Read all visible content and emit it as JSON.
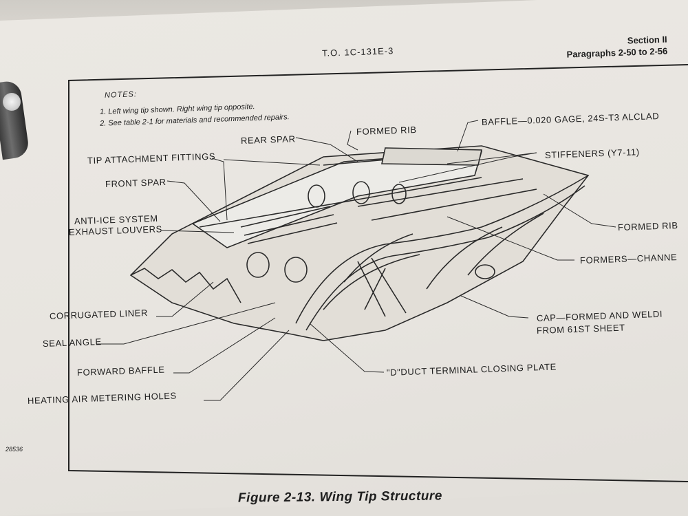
{
  "header": {
    "doc_number": "T.O. 1C-131E-3",
    "section": "Section II",
    "paragraphs": "Paragraphs 2-50 to 2-56"
  },
  "notes": {
    "title": "NOTES:",
    "items": [
      "1. Left wing tip shown. Right wing tip opposite.",
      "2. See table 2-1 for materials and recommended repairs."
    ]
  },
  "callouts": {
    "baffle": "BAFFLE—0.020 GAGE, 24S-T3 ALCLAD",
    "formed_rib_top": "FORMED RIB",
    "rear_spar": "REAR SPAR",
    "stiffeners": "STIFFENERS (Y7-11)",
    "tip_attachment_fittings": "TIP ATTACHMENT FITTINGS",
    "front_spar": "FRONT SPAR",
    "anti_ice_line1": "ANTI-ICE SYSTEM",
    "anti_ice_line2": "EXHAUST LOUVERS",
    "formed_rib_right": "FORMED RIB",
    "formers": "FORMERS—CHANNE",
    "corrugated_liner": "CORRUGATED LINER",
    "cap_line1": "CAP—FORMED AND WELDI",
    "cap_line2": "FROM 61ST SHEET",
    "seal_angle": "SEAL ANGLE",
    "d_duct": "\"D\"DUCT TERMINAL CLOSING PLATE",
    "forward_baffle": "FORWARD BAFFLE",
    "heating_air": "HEATING AIR METERING HOLES"
  },
  "figure_number": "28536",
  "caption": "Figure 2-13.  Wing Tip Structure",
  "colors": {
    "paper": "#e8e5e0",
    "ink": "#1e1e1e",
    "binder": "#3a3a3a"
  }
}
